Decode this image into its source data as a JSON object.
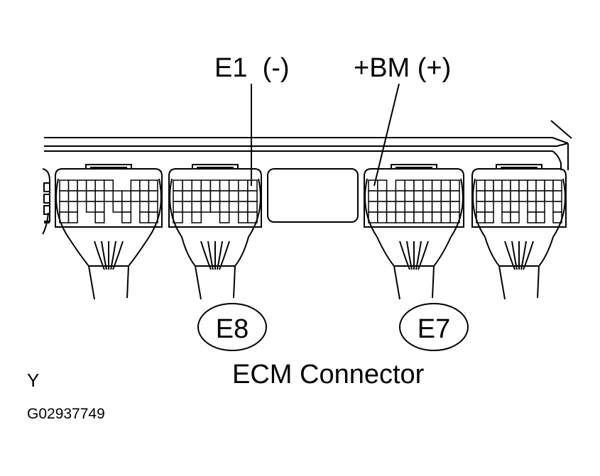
{
  "labels": {
    "e1": "E1  (-)",
    "bm": "+BM (+)",
    "e8": "E8",
    "e7": "E7",
    "caption": "ECM Connector",
    "corner": "Y",
    "code": "G02937749"
  }
}
